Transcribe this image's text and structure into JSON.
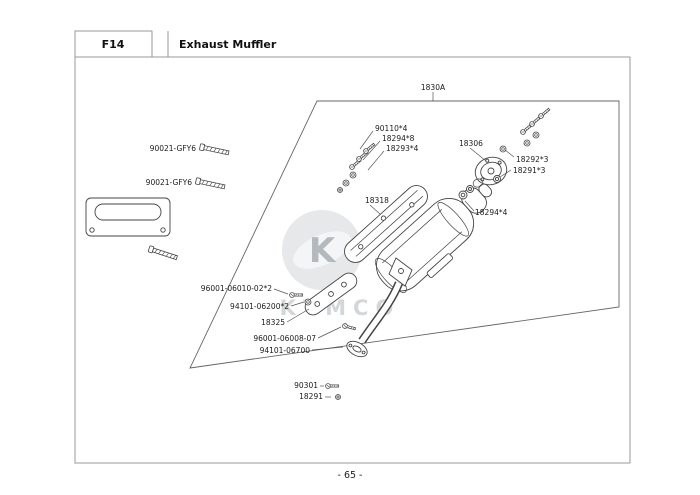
{
  "page": {
    "section_code": "F14",
    "title": "Exhaust Muffler",
    "page_number": "- 65 -",
    "watermark_logo_letter": "K",
    "watermark_wordmark": "KYMCO"
  },
  "diagram": {
    "assembly_label": "1830A",
    "part_labels": [
      {
        "text": "90021-GFY6"
      },
      {
        "text": "90021-GFY6"
      },
      {
        "text": "90110*4"
      },
      {
        "text": "18294*8"
      },
      {
        "text": "18293*4"
      },
      {
        "text": "18306"
      },
      {
        "text": "18292*3"
      },
      {
        "text": "18291*3"
      },
      {
        "text": "18318"
      },
      {
        "text": "18294*4"
      },
      {
        "text": "96001-06010-02*2"
      },
      {
        "text": "94101-06200*2"
      },
      {
        "text": "18325"
      },
      {
        "text": "96001-06008-07"
      },
      {
        "text": "94101-06700"
      },
      {
        "text": "90301"
      },
      {
        "text": "18291"
      }
    ]
  }
}
